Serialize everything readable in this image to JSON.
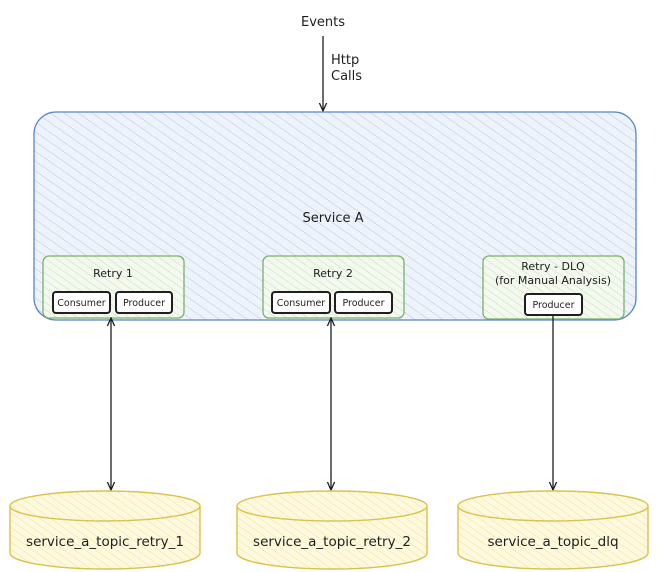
{
  "source_label": "Events",
  "edge_label_line1": "Http",
  "edge_label_line2": "Calls",
  "service": {
    "title": "Service A"
  },
  "retry1": {
    "title": "Retry 1",
    "consumer": "Consumer",
    "producer": "Producer"
  },
  "retry2": {
    "title": "Retry 2",
    "consumer": "Consumer",
    "producer": "Producer"
  },
  "dlq": {
    "title_line1": "Retry - DLQ",
    "title_line2": "(for Manual Analysis)",
    "producer": "Producer"
  },
  "topics": [
    "service_a_topic_retry_1",
    "service_a_topic_retry_2",
    "service_a_topic_dlq"
  ],
  "colors": {
    "service_stroke": "#5b85c9",
    "service_fill": "#d0dff5",
    "group_stroke": "#7bb06a",
    "group_fill": "#e4f1db",
    "db_stroke": "#d9c24a",
    "db_fill": "#fff6cf",
    "ink": "#1e1e1e"
  }
}
